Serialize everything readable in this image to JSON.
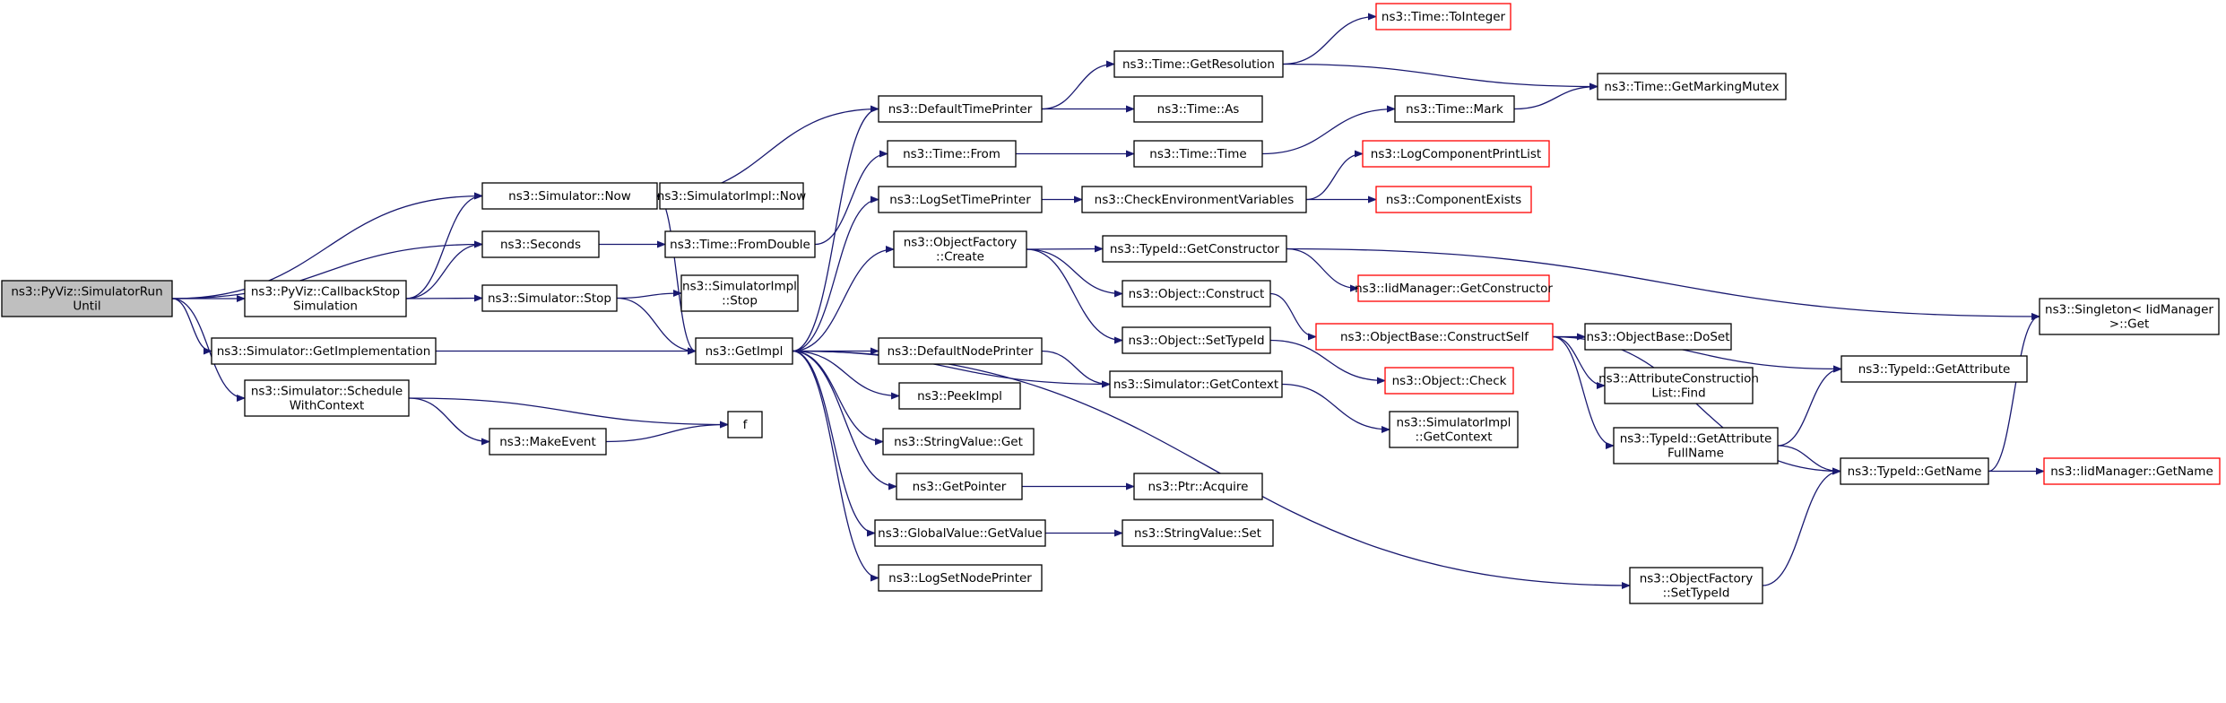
{
  "diagram": {
    "type": "call-graph",
    "edge_color": "#191970",
    "truncated_border_color": "#ff0000",
    "root_fill": "#bfbfbf",
    "nodes": [
      {
        "id": "root",
        "lines": [
          "ns3::PyViz::SimulatorRun",
          "Until"
        ],
        "root": true
      },
      {
        "id": "now",
        "lines": [
          "ns3::Simulator::Now"
        ]
      },
      {
        "id": "seconds",
        "lines": [
          "ns3::Seconds"
        ]
      },
      {
        "id": "cbstop",
        "lines": [
          "ns3::PyViz::CallbackStop",
          "Simulation"
        ]
      },
      {
        "id": "getimpl_sim",
        "lines": [
          "ns3::Simulator::GetImplementation"
        ]
      },
      {
        "id": "schedctx",
        "lines": [
          "ns3::Simulator::Schedule",
          "WithContext"
        ]
      },
      {
        "id": "simstop",
        "lines": [
          "ns3::Simulator::Stop"
        ]
      },
      {
        "id": "makeevent",
        "lines": [
          "ns3::MakeEvent"
        ]
      },
      {
        "id": "f",
        "lines": [
          "f"
        ]
      },
      {
        "id": "implnow",
        "lines": [
          "ns3::SimulatorImpl::Now"
        ]
      },
      {
        "id": "fromdouble",
        "lines": [
          "ns3::Time::FromDouble"
        ]
      },
      {
        "id": "implstop",
        "lines": [
          "ns3::SimulatorImpl",
          "::Stop"
        ]
      },
      {
        "id": "getimpl",
        "lines": [
          "ns3::GetImpl"
        ]
      },
      {
        "id": "defaulttp",
        "lines": [
          "ns3::DefaultTimePrinter"
        ]
      },
      {
        "id": "timefrom",
        "lines": [
          "ns3::Time::From"
        ]
      },
      {
        "id": "logsettp",
        "lines": [
          "ns3::LogSetTimePrinter"
        ]
      },
      {
        "id": "ofcreate",
        "lines": [
          "ns3::ObjectFactory",
          "::Create"
        ]
      },
      {
        "id": "defaultnp",
        "lines": [
          "ns3::DefaultNodePrinter"
        ]
      },
      {
        "id": "peekimpl",
        "lines": [
          "ns3::PeekImpl"
        ]
      },
      {
        "id": "strvalget",
        "lines": [
          "ns3::StringValue::Get"
        ]
      },
      {
        "id": "getpointer",
        "lines": [
          "ns3::GetPointer"
        ]
      },
      {
        "id": "gvgetvalue",
        "lines": [
          "ns3::GlobalValue::GetValue"
        ]
      },
      {
        "id": "logsetnp",
        "lines": [
          "ns3::LogSetNodePrinter"
        ]
      },
      {
        "id": "getres",
        "lines": [
          "ns3::Time::GetResolution"
        ]
      },
      {
        "id": "timeas",
        "lines": [
          "ns3::Time::As"
        ]
      },
      {
        "id": "timetime",
        "lines": [
          "ns3::Time::Time"
        ]
      },
      {
        "id": "checkenv",
        "lines": [
          "ns3::CheckEnvironmentVariables"
        ]
      },
      {
        "id": "tidgetctor",
        "lines": [
          "ns3::TypeId::GetConstructor"
        ]
      },
      {
        "id": "objconstruct",
        "lines": [
          "ns3::Object::Construct"
        ]
      },
      {
        "id": "objsettid",
        "lines": [
          "ns3::Object::SetTypeId"
        ]
      },
      {
        "id": "simgetctx",
        "lines": [
          "ns3::Simulator::GetContext"
        ]
      },
      {
        "id": "ptracquire",
        "lines": [
          "ns3::Ptr::Acquire"
        ]
      },
      {
        "id": "strvalset",
        "lines": [
          "ns3::StringValue::Set"
        ]
      },
      {
        "id": "toint",
        "lines": [
          "ns3::Time::ToInteger"
        ],
        "truncated": true
      },
      {
        "id": "timemark",
        "lines": [
          "ns3::Time::Mark"
        ]
      },
      {
        "id": "logcpl",
        "lines": [
          "ns3::LogComponentPrintList"
        ],
        "truncated": true
      },
      {
        "id": "compexists",
        "lines": [
          "ns3::ComponentExists"
        ],
        "truncated": true
      },
      {
        "id": "iidgetctor",
        "lines": [
          "ns3::IidManager::GetConstructor"
        ],
        "truncated": true
      },
      {
        "id": "obconstructself",
        "lines": [
          "ns3::ObjectBase::ConstructSelf"
        ],
        "truncated": true
      },
      {
        "id": "objcheck",
        "lines": [
          "ns3::Object::Check"
        ],
        "truncated": true
      },
      {
        "id": "implgetctx",
        "lines": [
          "ns3::SimulatorImpl",
          "::GetContext"
        ]
      },
      {
        "id": "gmm",
        "lines": [
          "ns3::Time::GetMarkingMutex"
        ]
      },
      {
        "id": "obdoset",
        "lines": [
          "ns3::ObjectBase::DoSet"
        ]
      },
      {
        "id": "acfind",
        "lines": [
          "ns3::AttributeConstruction",
          "List::Find"
        ]
      },
      {
        "id": "tidgetattrfull",
        "lines": [
          "ns3::TypeId::GetAttribute",
          "FullName"
        ]
      },
      {
        "id": "ofsettid",
        "lines": [
          "ns3::ObjectFactory",
          "::SetTypeId"
        ]
      },
      {
        "id": "tidgetattr",
        "lines": [
          "ns3::TypeId::GetAttribute"
        ]
      },
      {
        "id": "tidgetname",
        "lines": [
          "ns3::TypeId::GetName"
        ]
      },
      {
        "id": "singleton",
        "lines": [
          "ns3::Singleton< IidManager",
          ">::Get"
        ]
      },
      {
        "id": "iidgetname",
        "lines": [
          "ns3::IidManager::GetName"
        ],
        "truncated": true
      }
    ],
    "edges": [
      [
        "root",
        "now"
      ],
      [
        "root",
        "seconds"
      ],
      [
        "root",
        "cbstop"
      ],
      [
        "root",
        "getimpl_sim"
      ],
      [
        "root",
        "schedctx"
      ],
      [
        "cbstop",
        "now"
      ],
      [
        "cbstop",
        "seconds"
      ],
      [
        "cbstop",
        "simstop"
      ],
      [
        "getimpl_sim",
        "getimpl"
      ],
      [
        "schedctx",
        "f"
      ],
      [
        "schedctx",
        "makeevent"
      ],
      [
        "makeevent",
        "f"
      ],
      [
        "now",
        "implnow"
      ],
      [
        "now",
        "getimpl"
      ],
      [
        "seconds",
        "fromdouble"
      ],
      [
        "simstop",
        "implstop"
      ],
      [
        "simstop",
        "getimpl"
      ],
      [
        "defaulttp",
        "now"
      ],
      [
        "fromdouble",
        "timefrom"
      ],
      [
        "getimpl",
        "defaulttp"
      ],
      [
        "getimpl",
        "logsettp"
      ],
      [
        "getimpl",
        "ofcreate"
      ],
      [
        "getimpl",
        "simgetctx"
      ],
      [
        "getimpl",
        "defaultnp"
      ],
      [
        "getimpl",
        "peekimpl"
      ],
      [
        "getimpl",
        "strvalget"
      ],
      [
        "getimpl",
        "getpointer"
      ],
      [
        "getimpl",
        "gvgetvalue"
      ],
      [
        "getimpl",
        "logsetnp"
      ],
      [
        "getimpl",
        "ofsettid"
      ],
      [
        "defaulttp",
        "getres"
      ],
      [
        "defaulttp",
        "timeas"
      ],
      [
        "timefrom",
        "timetime"
      ],
      [
        "logsettp",
        "checkenv"
      ],
      [
        "ofcreate",
        "tidgetctor"
      ],
      [
        "ofcreate",
        "objconstruct"
      ],
      [
        "ofcreate",
        "objsettid"
      ],
      [
        "defaultnp",
        "simgetctx"
      ],
      [
        "getpointer",
        "ptracquire"
      ],
      [
        "gvgetvalue",
        "strvalset"
      ],
      [
        "getres",
        "toint"
      ],
      [
        "getres",
        "gmm"
      ],
      [
        "timetime",
        "timemark"
      ],
      [
        "timemark",
        "gmm"
      ],
      [
        "checkenv",
        "logcpl"
      ],
      [
        "checkenv",
        "compexists"
      ],
      [
        "tidgetctor",
        "iidgetctor"
      ],
      [
        "tidgetctor",
        "singleton"
      ],
      [
        "objconstruct",
        "obconstructself"
      ],
      [
        "objsettid",
        "objcheck"
      ],
      [
        "simgetctx",
        "implgetctx"
      ],
      [
        "obconstructself",
        "obdoset"
      ],
      [
        "obconstructself",
        "acfind"
      ],
      [
        "obconstructself",
        "tidgetattrfull"
      ],
      [
        "obconstructself",
        "tidgetattr"
      ],
      [
        "obconstructself",
        "tidgetname"
      ],
      [
        "tidgetattrfull",
        "tidgetattr"
      ],
      [
        "tidgetattrfull",
        "tidgetname"
      ],
      [
        "ofsettid",
        "tidgetname"
      ],
      [
        "tidgetname",
        "iidgetname"
      ],
      [
        "tidgetname",
        "singleton"
      ]
    ]
  }
}
